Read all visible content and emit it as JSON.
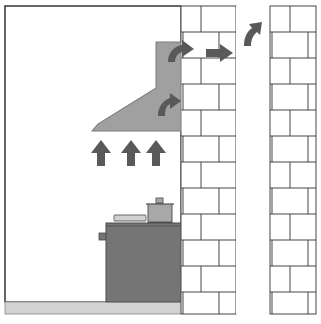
{
  "diagram": {
    "colors": {
      "frame": "#333333",
      "wall_fill": "#ffffff",
      "brick_line": "#444444",
      "hood_fill": "#a0a0a0",
      "hood_stroke": "#7a7a7a",
      "arrow_fill": "#595959",
      "stove_fill": "#757575",
      "stove_stroke": "#4a4a4a",
      "pot_fill": "#a8a8a8",
      "pan_fill": "#d0d0d0",
      "floor_fill": "#d3d3d3"
    },
    "arrows": {
      "rising_heat_count": 3,
      "hood_curved_count": 2,
      "duct_straight_count": 1,
      "chimney_exit_count": 1
    },
    "icons": [
      "wall-icon",
      "brick-icon",
      "range-hood-icon",
      "stove-icon",
      "pot-icon",
      "pan-icon",
      "arrow-up-icon",
      "arrow-curve-icon",
      "arrow-right-icon"
    ]
  }
}
